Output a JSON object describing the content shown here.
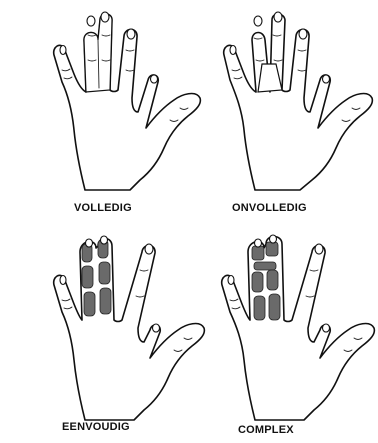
{
  "captions": {
    "top_left": "VOLLEDIG",
    "top_right": "ONVOLLEDIG",
    "bottom_left": "EENVOUDIG",
    "bottom_right": "COMPLEX"
  },
  "colors": {
    "line": "#111111",
    "bone": "#6a6a6a",
    "background": "#ffffff"
  }
}
